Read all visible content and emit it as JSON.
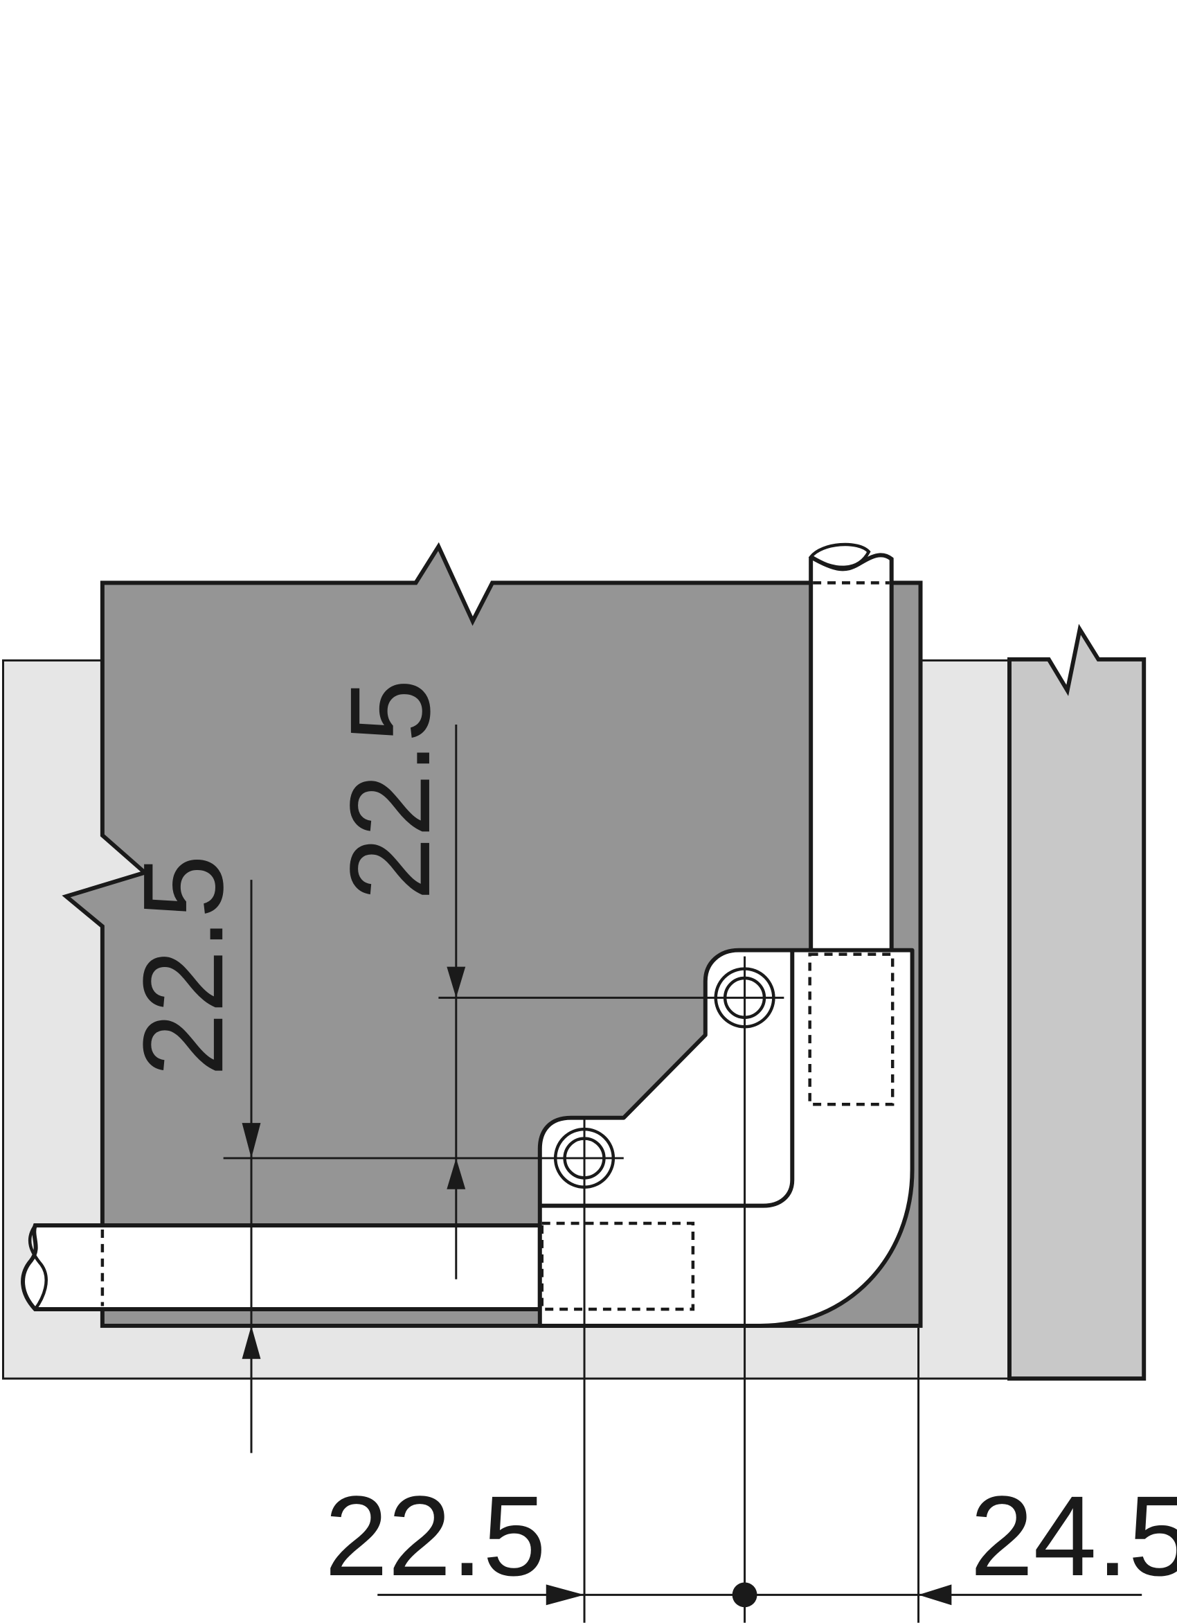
{
  "colors": {
    "background": "#ffffff",
    "outer_panel": "#e6e6e6",
    "door_panel": "#959595",
    "right_panel": "#c8c8c8",
    "bracket": "#ffffff",
    "line": "#1a1a1a"
  },
  "dimensions": {
    "vertical_left": "22.5",
    "vertical_center": "22.5",
    "horizontal_left": "22.5",
    "horizontal_right": "24.5"
  }
}
